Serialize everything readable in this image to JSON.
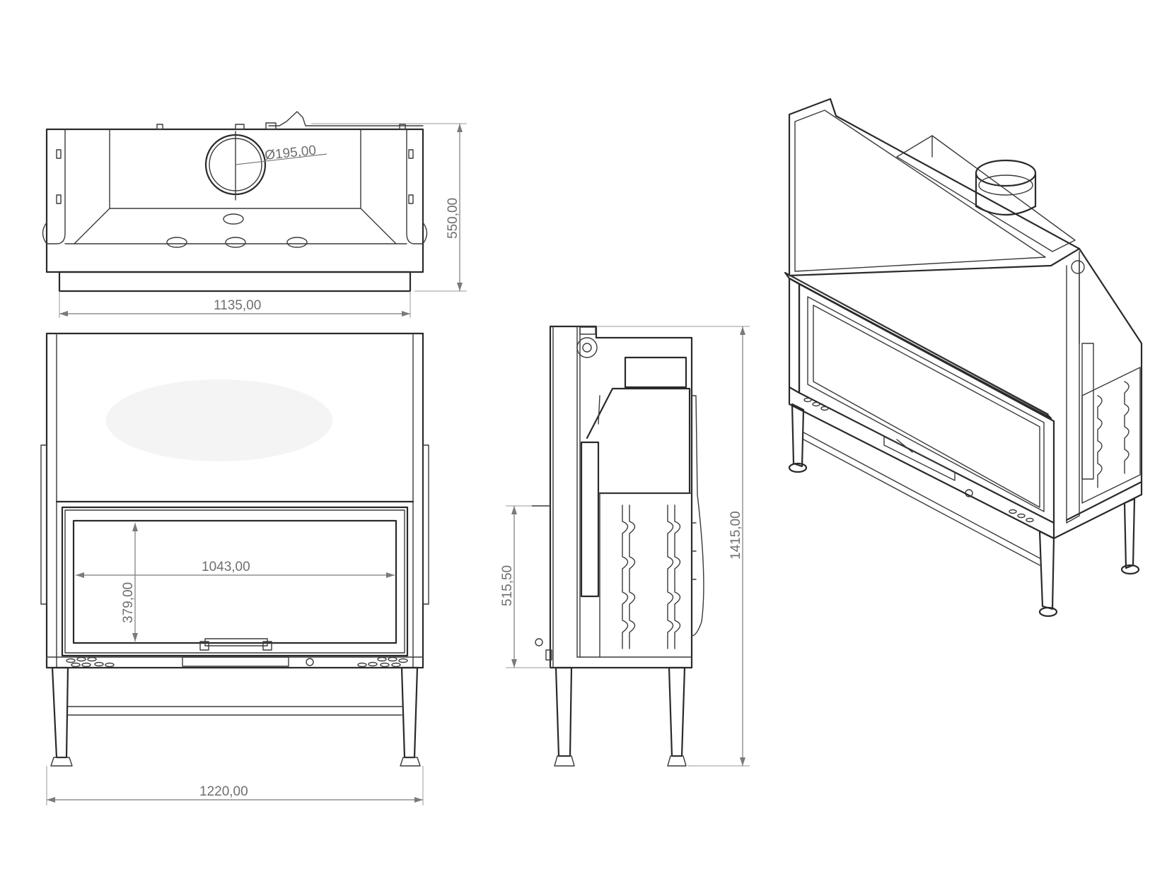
{
  "dimensions": {
    "flue_diameter": "Ø195,00",
    "top_depth": "550,00",
    "top_width": "1135,00",
    "glass_width": "1043,00",
    "glass_height": "379,00",
    "overall_width": "1220,00",
    "door_bottom_height": "515,50",
    "overall_height": "1415,00"
  }
}
